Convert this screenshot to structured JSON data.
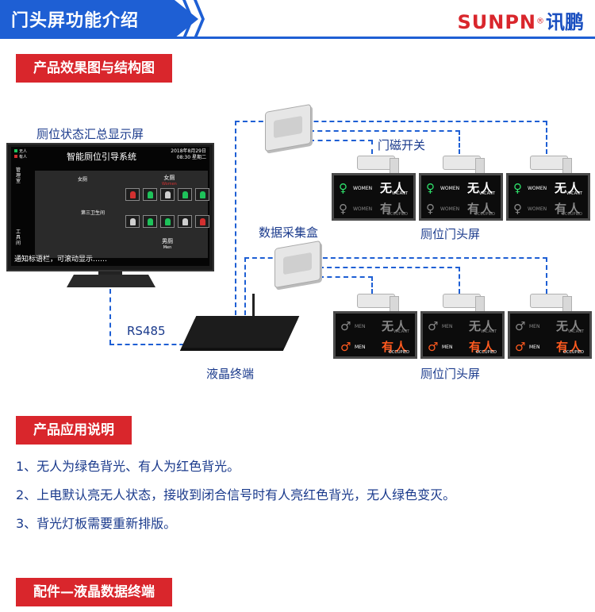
{
  "header": {
    "title": "门头屏功能介绍",
    "brand_en": "SUNPN",
    "brand_reg": "®",
    "brand_cn": "讯鹏"
  },
  "sections": {
    "effect": "产品效果图与结构图",
    "usage": "产品应用说明",
    "accessory": "配件—液晶数据终端"
  },
  "diagram": {
    "lcd_caption": "厕位状态汇总显示屏",
    "door_switch": "门磁开关",
    "collector": "数据采集盒",
    "door_panel_caption_1": "厕位门头屏",
    "door_panel_caption_2": "厕位门头屏",
    "rs485": "RS485",
    "terminal": "液晶终端"
  },
  "lcd": {
    "title": "智能厕位引导系统",
    "date": "2018年8月29日",
    "time": "08:30",
    "weekday": "星期二",
    "legend_1": "无人",
    "legend_2": "有人",
    "side_top": "管理室",
    "side_bottom": "工具间",
    "room_center": "第三卫生间",
    "women_cn": "女厕",
    "women_en": "Women",
    "men_cn": "男厕",
    "men_en": "Men",
    "ticker": "通知标语栏，可滚动显示……"
  },
  "door_panel": {
    "women_en": "WOMEN",
    "men_en": "MEN",
    "vacant_cn": "无人",
    "vacant_en": "VACANT",
    "occupied_cn": "有人",
    "occupied_en": "OCCUPIED"
  },
  "usage_items": [
    "1、无人为绿色背光、有人为红色背光。",
    "2、上电默认亮无人状态，接收到闭合信号时有人亮红色背光，无人绿色变灭。",
    "3、背光灯板需要重新排版。"
  ],
  "colors": {
    "brand_blue": "#1e5fd4",
    "brand_red": "#d9262c",
    "text_blue": "#1a3a8c",
    "panel_green": "#2ee06a",
    "panel_red": "#ff5a1f"
  }
}
